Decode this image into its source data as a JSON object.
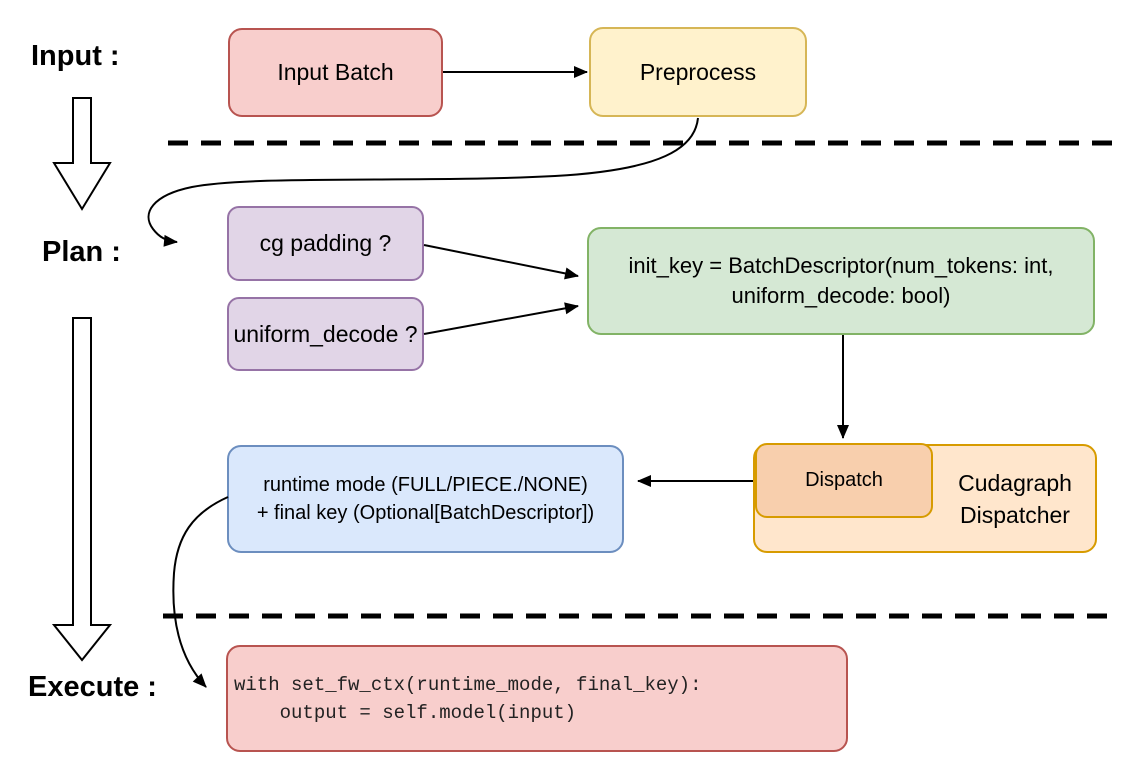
{
  "diagram": {
    "stage_labels": {
      "input": "Input :",
      "plan": "Plan :",
      "execute": "Execute :"
    },
    "nodes": {
      "input_batch": {
        "label": "Input Batch",
        "fill": "#f8cecc",
        "stroke": "#b85450"
      },
      "preprocess": {
        "label": "Preprocess",
        "fill": "#fff2cc",
        "stroke": "#d6b656"
      },
      "cg_padding": {
        "label": "cg padding ?",
        "fill": "#e1d5e7",
        "stroke": "#9673a6"
      },
      "uniform_decode": {
        "label": "uniform_decode ?",
        "fill": "#e1d5e7",
        "stroke": "#9673a6"
      },
      "init_key": {
        "label": "init_key = BatchDescriptor(num_tokens: int,\nuniform_decode: bool)",
        "fill": "#d5e8d4",
        "stroke": "#82b366"
      },
      "dispatch": {
        "label": "Dispatch",
        "fill": "#f8cfad",
        "stroke": "#d79b00"
      },
      "cudagraph_dispatcher": {
        "label": "Cudagraph\nDispatcher",
        "fill": "#ffe6cc",
        "stroke": "#d79b00"
      },
      "runtime_result": {
        "label": "runtime mode (FULL/PIECE./NONE)\n+ final key (Optional[BatchDescriptor])",
        "fill": "#dae8fc",
        "stroke": "#6c8ebf"
      },
      "execute_code": {
        "label": "with set_fw_ctx(runtime_mode, final_key):\n    output = self.model(input)",
        "fill": "#f8cecc",
        "stroke": "#b85450"
      }
    },
    "connector_color": "#000000"
  }
}
